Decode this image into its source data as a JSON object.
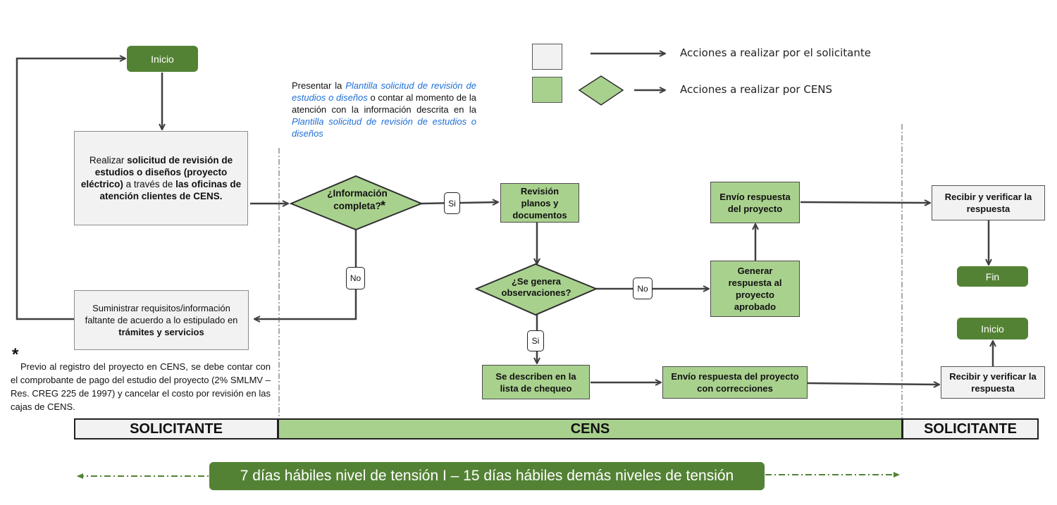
{
  "legend": {
    "solicitante": "Acciones a realizar por el solicitante",
    "cens": "Acciones a realizar por CENS"
  },
  "nodes": {
    "inicio_top": "Inicio",
    "solicitud": {
      "p1": "Realizar ",
      "b1": "solicitud de revisión de estudios o diseños (proyecto eléctrico)",
      "p2": " a través de ",
      "b2": "las oficinas de atención clientes de CENS."
    },
    "suministrar": {
      "p1": "Suministrar requisitos/información faltante de acuerdo a lo estipulado en ",
      "b1": "trámites y servicios"
    },
    "informacion_completa": "¿Información completa?",
    "asterisk": "*",
    "revision": "Revisión planos y documentos",
    "observaciones": "¿Se genera observaciones?",
    "generar": "Generar respuesta al proyecto aprobado",
    "envio_proyecto": "Envío respuesta del proyecto",
    "recibir_1": "Recibir y verificar la respuesta",
    "fin": "Fin",
    "inicio_bottom": "Inicio",
    "describen": "Se describen en la lista de chequeo",
    "envio_correcciones": "Envío respuesta del proyecto con correcciones",
    "recibir_2": "Recibir y verificar la respuesta"
  },
  "labels": {
    "si_1": "Si",
    "no_1": "No",
    "no_2": "No",
    "si_2": "Si"
  },
  "note": {
    "p1": "Presentar la ",
    "i1": "Plantilla solicitud de revisión de estudios o diseños",
    "p2": " o contar al momento de la atención con la información descrita en la ",
    "i2": "Plantilla solicitud de revisión de estudios o diseños"
  },
  "footnote": {
    "star": "*",
    "text": "Previo al registro del proyecto en CENS, se debe contar con el comprobante de pago del estudio del proyecto (2% SMLMV – Res. CREG 225 de 1997) y cancelar el costo por revisión en las cajas de CENS."
  },
  "lanes": [
    "SOLICITANTE",
    "CENS",
    "SOLICITANTE"
  ],
  "timeline": "7 días hábiles nivel de tensión I – 15 días hábiles demás niveles de tensión",
  "colors": {
    "dark_green": "#548235",
    "light_green": "#a9d18e",
    "gray": "#f2f2f2"
  }
}
